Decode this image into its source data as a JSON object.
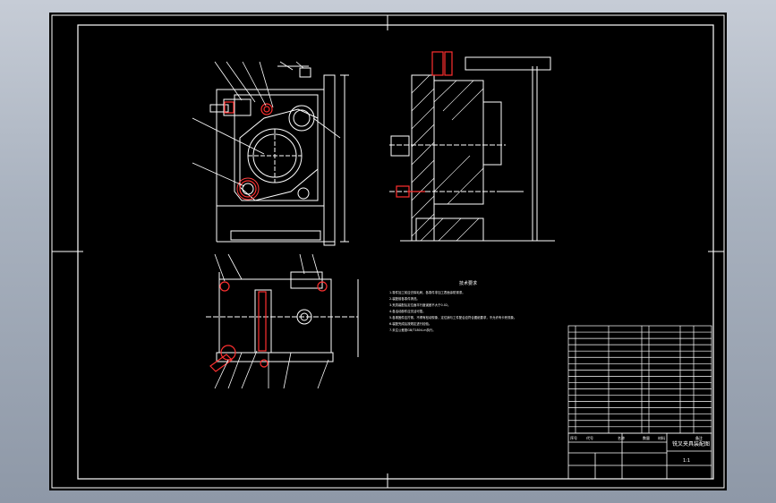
{
  "drawing": {
    "colors": {
      "background": "#000000",
      "line": "#ffffff",
      "part": "#ff3030",
      "leader": "#ffffff",
      "hatch": "#ffffff"
    },
    "tech_requirements": {
      "title": "技术要求",
      "lines": [
        "1.零件加工前应去除毛刺，各零件非加工表面涂防锈漆。",
        "2.装配前各零件清洗。",
        "3.夹具装配后定位面平行度误差不大于0.02。",
        "4.各活动部件应灵活可靠。",
        "5.各紧固件应拧紧，不得有松动现象，定位销与工件配合应符合图纸要求，不允许有卡死现象。",
        "6.装配完成后按规定进行检验。",
        "7.未注公差按GB/T1804-m执行。"
      ]
    },
    "title_block": {
      "drawing_name": "铣叉夹具装配图",
      "scale": "1:1",
      "headers": [
        "序号",
        "代号",
        "名称",
        "数量",
        "材料",
        "备注"
      ]
    }
  }
}
